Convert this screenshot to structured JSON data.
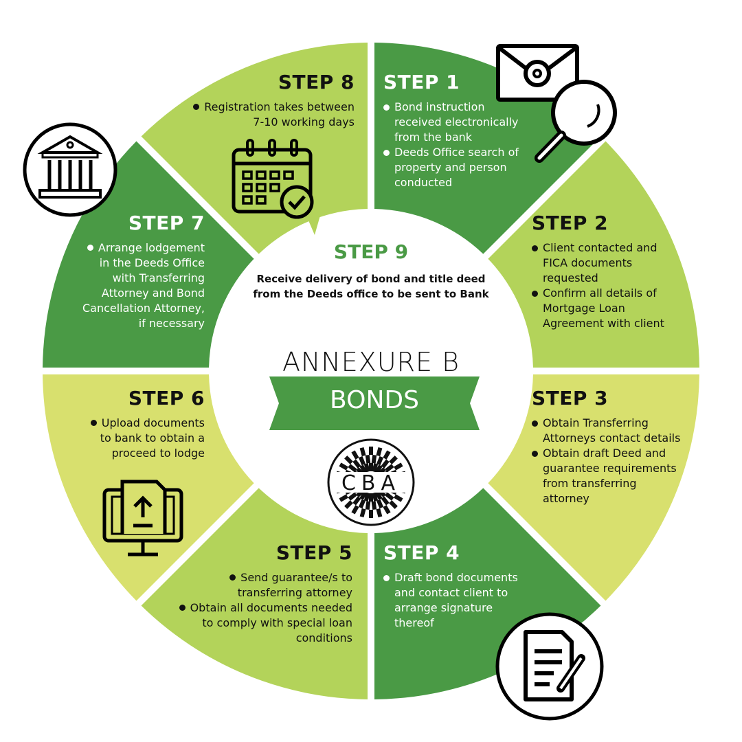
{
  "colors": {
    "dark": "#4a9a45",
    "light": "#b3d35a",
    "pale": "#d8e06e"
  },
  "center": {
    "annexure": "ANNEXURE B",
    "banner": "BONDS",
    "logo_text": "CBA"
  },
  "steps": [
    {
      "title": "STEP 1",
      "bullets": [
        [
          "Bond instruction",
          "received electronically",
          "from the bank"
        ],
        [
          "Deeds Office search of",
          "property and person",
          "conducted"
        ]
      ],
      "icon": "envelope-search-icon"
    },
    {
      "title": "STEP 2",
      "bullets": [
        [
          "Client contacted and",
          "FICA documents",
          "requested"
        ],
        [
          "Confirm all details of",
          "Mortgage Loan",
          "Agreement with client"
        ]
      ]
    },
    {
      "title": "STEP 3",
      "bullets": [
        [
          "Obtain Transferring",
          "Attorneys contact details"
        ],
        [
          "Obtain draft Deed and",
          "guarantee requirements",
          "from transferring",
          "attorney"
        ]
      ]
    },
    {
      "title": "STEP 4",
      "bullets": [
        [
          "Draft bond documents",
          "and contact client to",
          "arrange signature",
          "thereof"
        ]
      ],
      "icon": "document-pen-icon"
    },
    {
      "title": "STEP 5",
      "bullets": [
        [
          "Send guarantee/s to",
          "transferring attorney"
        ],
        [
          "Obtain all documents needed",
          "to comply with special loan",
          "conditions"
        ]
      ]
    },
    {
      "title": "STEP 6",
      "bullets": [
        [
          "Upload documents",
          "to bank to obtain a",
          "proceed to lodge"
        ]
      ],
      "icon": "monitor-upload-icon"
    },
    {
      "title": "STEP 7",
      "bullets": [
        [
          "Arrange lodgement",
          "in the Deeds Office",
          "with Transferring",
          "Attorney and Bond",
          "Cancellation Attorney,",
          "if necessary"
        ]
      ],
      "icon": "bank-building-icon"
    },
    {
      "title": "STEP 8",
      "bullets": [
        [
          "Registration takes between",
          "7-10 working days"
        ]
      ],
      "icon": "calendar-check-icon"
    }
  ],
  "step9": {
    "title": "STEP 9",
    "text": [
      "Receive delivery of bond and title deed",
      "from the Deeds office to be sent to Bank"
    ]
  }
}
